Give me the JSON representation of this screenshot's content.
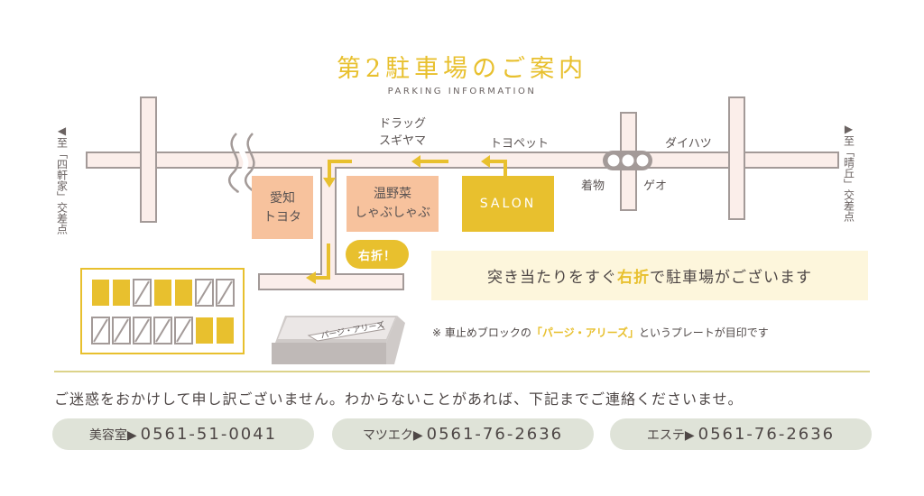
{
  "header": {
    "title": "第2駐車場のご案内",
    "subtitle": "PARKING INFORMATION"
  },
  "map": {
    "left_direction": "◀至「四軒家」交差点",
    "right_direction": "▶至「晴丘」交差点",
    "landmarks": {
      "drugstore": "ドラッグ\nスギヤマ",
      "toyopet": "トヨペット",
      "daihatsu": "ダイハツ",
      "kimono": "着物",
      "geo": "ゲオ",
      "aichi_toyota": "愛知\nトヨタ",
      "onyasai": "温野菜\nしゃぶしゃぶ",
      "salon": "SALON"
    },
    "turn_bubble": "右折！",
    "plate_text": "パージ・アリーズ"
  },
  "callout": {
    "pre": "突き当たりをすぐ",
    "emph": "右折",
    "post": "で駐車場がございます"
  },
  "note": {
    "pre": "※ 車止めブロックの",
    "emph": "「パージ・アリーズ」",
    "post": "というプレートが目印です"
  },
  "apology": "ご迷惑をおかけして申し訳ございません。わからないことがあれば、下記までご連絡くださいませ。",
  "contacts": [
    {
      "label": "美容室▶",
      "number": "0561-51-0041"
    },
    {
      "label": "マツエク▶",
      "number": "0561-76-2636"
    },
    {
      "label": "エステ▶",
      "number": "0561-76-2636"
    }
  ],
  "colors": {
    "accent": "#e8c02e",
    "road": "#fbeeea",
    "road_outline": "#a39a98",
    "building": "#f7c29d",
    "pill": "#dfe3d8"
  }
}
